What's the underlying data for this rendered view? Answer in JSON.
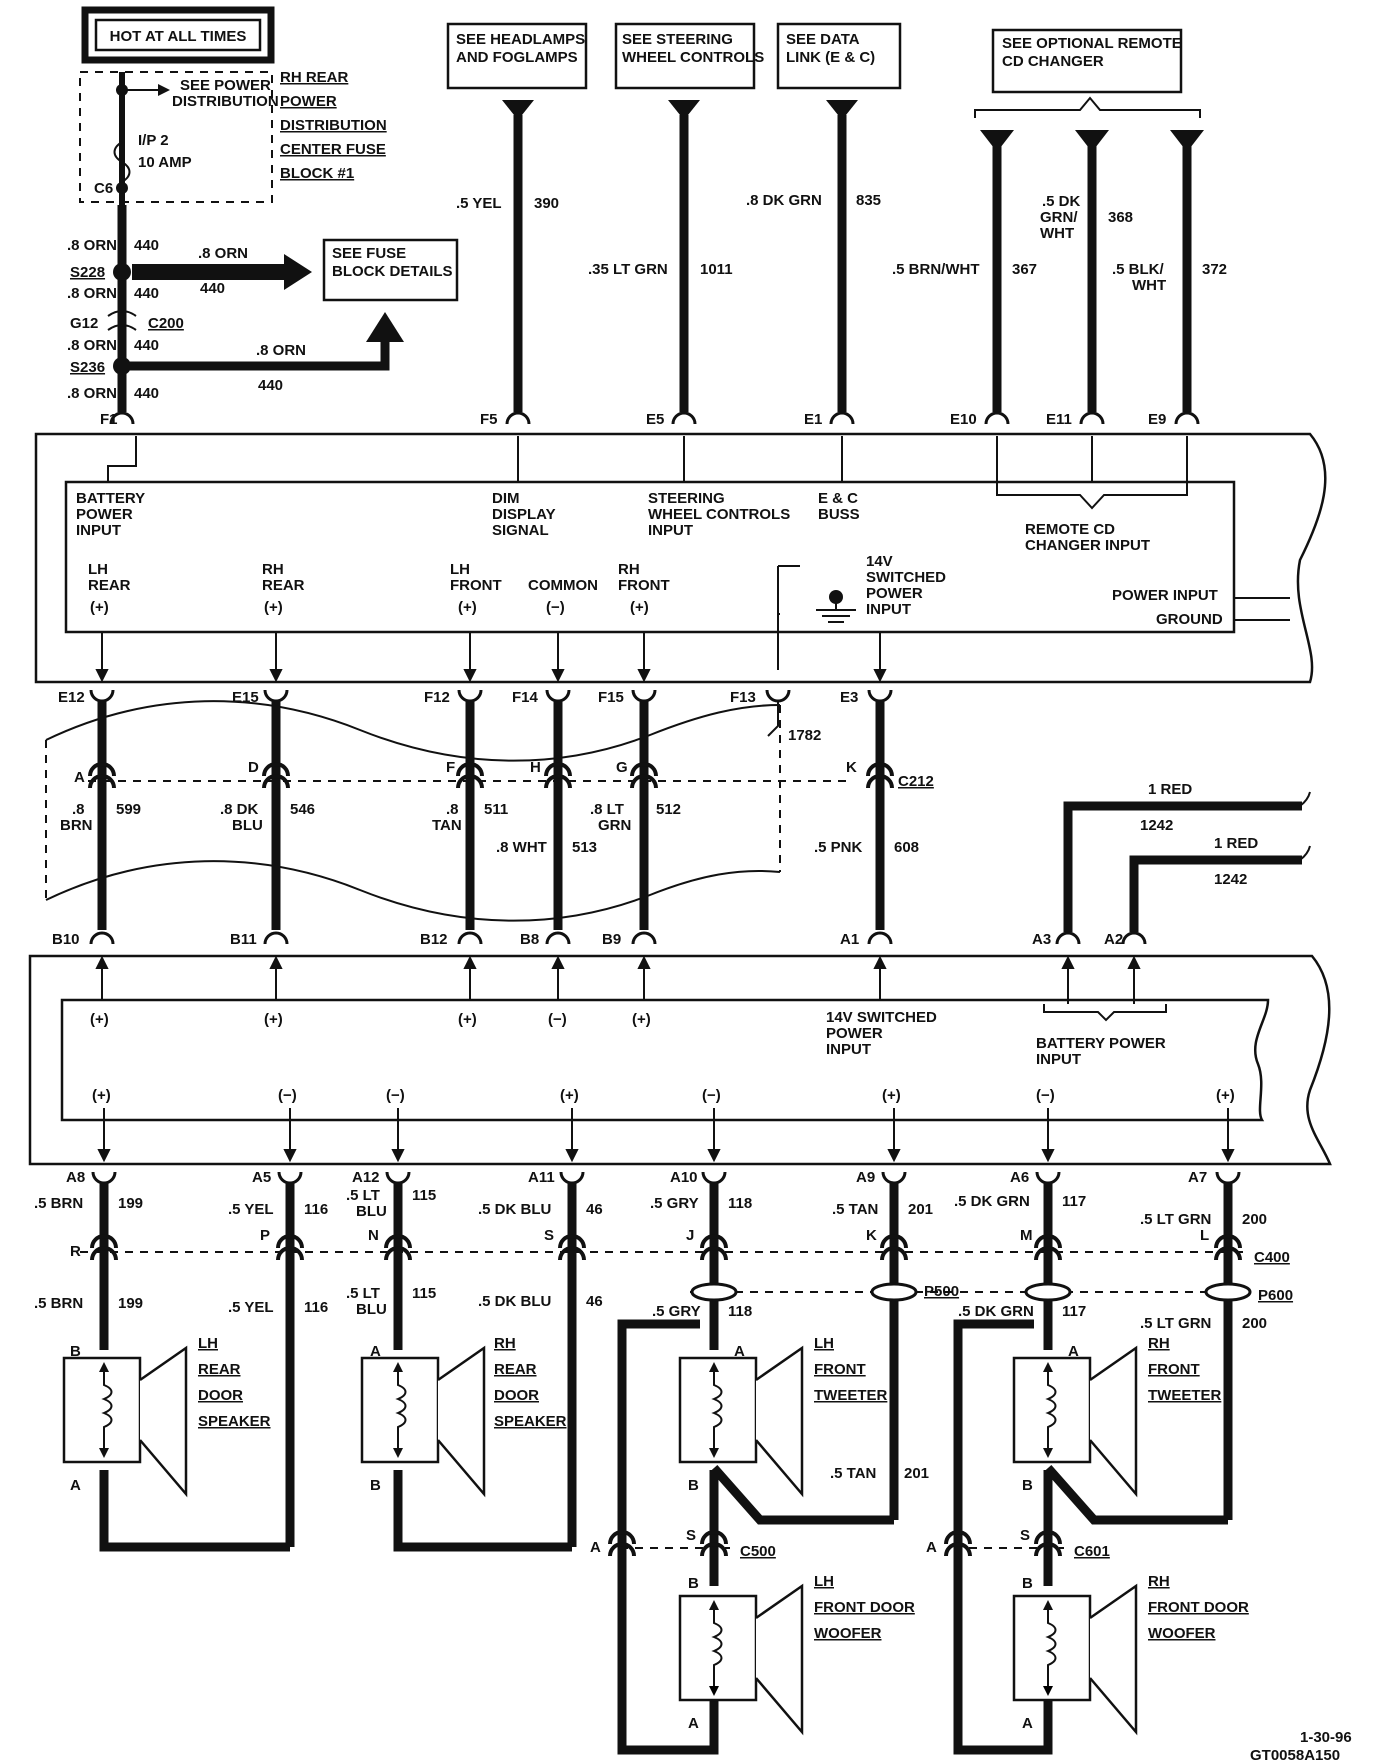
{
  "header": {
    "hot_at_all_times": "HOT AT ALL TIMES",
    "see_power_distribution": [
      "SEE POWER",
      "DISTRIBUTION"
    ],
    "fuse_name": "I/P 2",
    "fuse_rating": "10 AMP",
    "fuse_connector": "C6",
    "fuse_block_label": [
      "RH REAR",
      "POWER",
      "DISTRIBUTION",
      "CENTER FUSE",
      "BLOCK #1"
    ],
    "see_fuse_block_details": [
      "SEE FUSE",
      "BLOCK DETAILS"
    ],
    "see_headlamps": [
      "SEE HEADLAMPS",
      "AND FOGLAMPS"
    ],
    "see_steering": [
      "SEE STEERING",
      "WHEEL CONTROLS"
    ],
    "see_data_link": [
      "SEE DATA",
      "LINK (E & C)"
    ],
    "see_cd_changer": [
      "SEE OPTIONAL REMOTE",
      "CD CHANGER"
    ]
  },
  "feed": {
    "wire_a": ".8 ORN",
    "circuit_a": "440",
    "splice_1": "S228",
    "branch_1_wire": ".8 ORN",
    "branch_1_circuit": "440",
    "wire_b": ".8 ORN",
    "circuit_b": "440",
    "connector_g12": "G12",
    "connector_c200": "C200",
    "wire_c": ".8 ORN",
    "circuit_c": "440",
    "splice_2": "S236",
    "branch_2_wire": ".8 ORN",
    "branch_2_circuit": "440",
    "wire_d": ".8 ORN",
    "circuit_d": "440"
  },
  "top_wires": {
    "yel_wire": ".5 YEL",
    "yel_circuit": "390",
    "ltgrn_wire": ".35 LT GRN",
    "ltgrn_circuit": "1011",
    "dkgrn_wire": ".8 DK GRN",
    "dkgrn_circuit": "835",
    "brnwht_wire": ".5 BRN/WHT",
    "brnwht_circuit": "367",
    "dkgrnwht_wire": [
      ".5 DK",
      "GRN/",
      "WHT"
    ],
    "dkgrnwht_circuit": "368",
    "blkwht_wire": [
      ".5 BLK/",
      "WHT"
    ],
    "blkwht_circuit": "372"
  },
  "top_pins": [
    "F1",
    "F5",
    "E5",
    "E1",
    "E10",
    "E11",
    "E9"
  ],
  "radio": {
    "battery_power_input": [
      "BATTERY",
      "POWER",
      "INPUT"
    ],
    "dim_display": [
      "DIM",
      "DISPLAY",
      "SIGNAL"
    ],
    "steering_input": [
      "STEERING",
      "WHEEL CONTROLS",
      "INPUT"
    ],
    "ec_buss": [
      "E & C",
      "BUSS"
    ],
    "remote_cd": [
      "REMOTE CD",
      "CHANGER INPUT"
    ],
    "lh_rear": [
      "LH",
      "REAR",
      "(+)"
    ],
    "rh_rear": [
      "RH",
      "REAR",
      "(+)"
    ],
    "lh_front": [
      "LH",
      "FRONT",
      "(+)"
    ],
    "common": [
      "COMMON",
      "(−)"
    ],
    "rh_front": [
      "RH",
      "FRONT",
      "(+)"
    ],
    "switched_power": [
      "14V",
      "SWITCHED",
      "POWER",
      "INPUT"
    ],
    "power_input": "POWER INPUT",
    "ground": "GROUND"
  },
  "radio_out_pins": [
    "E12",
    "E15",
    "F12",
    "F14",
    "F15",
    "F13",
    "E3"
  ],
  "middle": {
    "ckt_1782": "1782",
    "c212_pins": [
      "A",
      "D",
      "F",
      "H",
      "G",
      "K"
    ],
    "c212": "C212",
    "brn_wire": [
      ".8",
      "BRN"
    ],
    "brn_circuit": "599",
    "dkblu_wire": [
      ".8 DK",
      "BLU"
    ],
    "dkblu_circuit": "546",
    "tan_wire": [
      ".8",
      "TAN"
    ],
    "tan_circuit": "511",
    "wht_wire": ".8 WHT",
    "wht_circuit": "513",
    "ltgrn_wire": [
      ".8 LT",
      "GRN"
    ],
    "ltgrn_circuit": "512",
    "pnk_wire": ".5 PNK",
    "pnk_circuit": "608",
    "red_1_wire": "1 RED",
    "red_1_circuit": "1242",
    "red_2_wire": "1 RED",
    "red_2_circuit": "1242"
  },
  "amp_in_pins": [
    "B10",
    "B11",
    "B12",
    "B8",
    "B9",
    "A1",
    "A3",
    "A2"
  ],
  "amp": {
    "in_plus_1": "(+)",
    "in_plus_2": "(+)",
    "in_plus_3": "(+)",
    "in_minus": "(−)",
    "in_plus_4": "(+)",
    "switched_power": [
      "14V SWITCHED",
      "POWER",
      "INPUT"
    ],
    "battery_power": [
      "BATTERY POWER",
      "INPUT"
    ],
    "out_polarity": [
      "(+)",
      "(−)",
      "(−)",
      "(+)",
      "(−)",
      "(+)",
      "(−)",
      "(+)"
    ]
  },
  "amp_out_pins": [
    "A8",
    "A5",
    "A12",
    "A11",
    "A10",
    "A9",
    "A6",
    "A7"
  ],
  "speaker_wires": {
    "w1": ".5 BRN",
    "c1": "199",
    "w2": ".5 YEL",
    "c2": "116",
    "w3": [
      ".5 LT",
      "BLU"
    ],
    "c3": "115",
    "w4": ".5 DK BLU",
    "c4": "46",
    "w5": ".5 GRY",
    "c5": "118",
    "w6": ".5 TAN",
    "c6": "201",
    "w7": ".5 DK GRN",
    "c7": "117",
    "w8": ".5 LT GRN",
    "c8": "200",
    "c400_pins": [
      "R",
      "P",
      "N",
      "S",
      "J",
      "K",
      "M",
      "L"
    ],
    "c400": "C400",
    "p500": "P500",
    "p600": "P600",
    "lower_w1": ".5 BRN",
    "lower_c1": "199",
    "lower_w2": ".5 YEL",
    "lower_c2": "116",
    "lower_w3": [
      ".5 LT",
      "BLU"
    ],
    "lower_c3": "115",
    "lower_w4": ".5 DK BLU",
    "lower_c4": "46",
    "lower_w5": ".5 GRY",
    "lower_c5": "118",
    "lower_w7": ".5 DK GRN",
    "lower_c7": "117",
    "lower_w8": ".5 LT GRN",
    "lower_c8": "200",
    "tan_lower": ".5 TAN",
    "tan_lower_c": "201"
  },
  "speakers": {
    "lh_rear": [
      "LH",
      "REAR",
      "DOOR",
      "SPEAKER"
    ],
    "rh_rear": [
      "RH",
      "REAR",
      "DOOR",
      "SPEAKER"
    ],
    "lh_tweeter": [
      "LH",
      "FRONT",
      "TWEETER"
    ],
    "rh_tweeter": [
      "RH",
      "FRONT",
      "TWEETER"
    ],
    "lh_woofer": [
      "LH",
      "FRONT DOOR",
      "WOOFER"
    ],
    "rh_woofer": [
      "RH",
      "FRONT DOOR",
      "WOOFER"
    ],
    "c500": "C500",
    "c601": "C601",
    "pin_a": "A",
    "pin_b": "B",
    "pin_s": "S"
  },
  "footer": {
    "date": "1-30-96",
    "code": "GT0058A150"
  }
}
